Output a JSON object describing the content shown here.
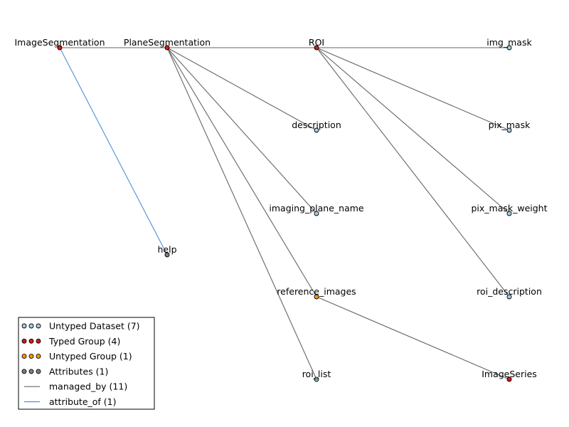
{
  "colors": {
    "untyped_dataset": "#a6cee3",
    "typed_group": "#d7191c",
    "untyped_group": "#ff9900",
    "attribute": "#808080",
    "managed_by_edge": "#666666",
    "attribute_of_edge": "#4d8fd1",
    "node_stroke": "#000000"
  },
  "nodes": [
    {
      "id": "imageseg",
      "label": "ImageSegmentation",
      "kind": "typed_group"
    },
    {
      "id": "planeseg",
      "label": "PlaneSegmentation",
      "kind": "typed_group"
    },
    {
      "id": "roi",
      "label": "ROI",
      "kind": "typed_group"
    },
    {
      "id": "img_mask",
      "label": "img_mask",
      "kind": "untyped_dataset"
    },
    {
      "id": "description",
      "label": "description",
      "kind": "untyped_dataset"
    },
    {
      "id": "pix_mask",
      "label": "pix_mask",
      "kind": "untyped_dataset"
    },
    {
      "id": "imaging_plane_name",
      "label": "imaging_plane_name",
      "kind": "untyped_dataset"
    },
    {
      "id": "pix_mask_weight",
      "label": "pix_mask_weight",
      "kind": "untyped_dataset"
    },
    {
      "id": "help",
      "label": "help",
      "kind": "attribute"
    },
    {
      "id": "reference_images",
      "label": "reference_images",
      "kind": "untyped_group"
    },
    {
      "id": "roi_description",
      "label": "roi_description",
      "kind": "untyped_dataset"
    },
    {
      "id": "roi_list",
      "label": "roi_list",
      "kind": "untyped_dataset"
    },
    {
      "id": "imageseries",
      "label": "ImageSeries",
      "kind": "typed_group"
    }
  ],
  "edges": [
    {
      "from": "imageseg",
      "to": "planeseg",
      "kind": "managed_by"
    },
    {
      "from": "imageseg",
      "to": "help",
      "kind": "attribute_of"
    },
    {
      "from": "planeseg",
      "to": "roi",
      "kind": "managed_by"
    },
    {
      "from": "planeseg",
      "to": "description",
      "kind": "managed_by"
    },
    {
      "from": "planeseg",
      "to": "imaging_plane_name",
      "kind": "managed_by"
    },
    {
      "from": "planeseg",
      "to": "reference_images",
      "kind": "managed_by"
    },
    {
      "from": "planeseg",
      "to": "roi_list",
      "kind": "managed_by"
    },
    {
      "from": "roi",
      "to": "img_mask",
      "kind": "managed_by"
    },
    {
      "from": "roi",
      "to": "pix_mask",
      "kind": "managed_by"
    },
    {
      "from": "roi",
      "to": "pix_mask_weight",
      "kind": "managed_by"
    },
    {
      "from": "roi",
      "to": "roi_description",
      "kind": "managed_by"
    },
    {
      "from": "reference_images",
      "to": "imageseries",
      "kind": "managed_by"
    }
  ],
  "legend": {
    "items": [
      {
        "label": "Untyped Dataset (7)",
        "kind": "untyped_dataset",
        "marker": "nodes"
      },
      {
        "label": "Typed Group (4)",
        "kind": "typed_group",
        "marker": "nodes"
      },
      {
        "label": "Untyped Group (1)",
        "kind": "untyped_group",
        "marker": "nodes"
      },
      {
        "label": "Attributes (1)",
        "kind": "attribute",
        "marker": "nodes"
      },
      {
        "label": "managed_by (11)",
        "kind": "managed_by_edge",
        "marker": "line"
      },
      {
        "label": "attribute_of (1)",
        "kind": "attribute_of_edge",
        "marker": "line"
      }
    ]
  }
}
